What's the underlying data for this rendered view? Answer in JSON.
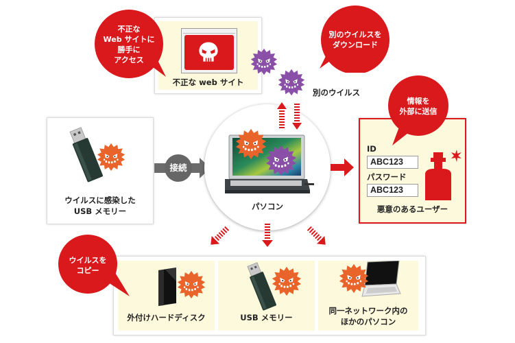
{
  "colors": {
    "bubble_red": "#d9191c",
    "virus_orange": "#e8642a",
    "virus_purple": "#8a4fa7",
    "panel_cream": "#fdf9dc",
    "connect_gray": "#666666"
  },
  "bubbles": {
    "unauthorized_access": "不正な\nWeb サイトに\n勝手に\nアクセス",
    "download_virus": "別のウイルスを\nダウンロード",
    "send_info": "情報を\n外部に送信",
    "copy_virus": "ウイルスを\nコピー"
  },
  "malicious_site": {
    "label": "不正な web サイト",
    "icon": "skull-icon"
  },
  "other_virus_label": "別のウイルス",
  "infected_usb": {
    "label_line1": "ウイルスに感染した",
    "label_line2": "USB メモリー"
  },
  "connect_label": "接続",
  "pc": {
    "label": "パソコン"
  },
  "malicious_user": {
    "id_label": "ID",
    "id_value": "ABC123",
    "password_label": "パスワード",
    "password_value": "ABC123",
    "caption": "悪意のあるユーザー"
  },
  "targets": [
    {
      "label_line1": "外付けハードディスク",
      "label_line2": ""
    },
    {
      "label_line1": "USB メモリー",
      "label_line2": ""
    },
    {
      "label_line1": "同一ネットワーク内の",
      "label_line2": "ほかのパソコン"
    }
  ]
}
